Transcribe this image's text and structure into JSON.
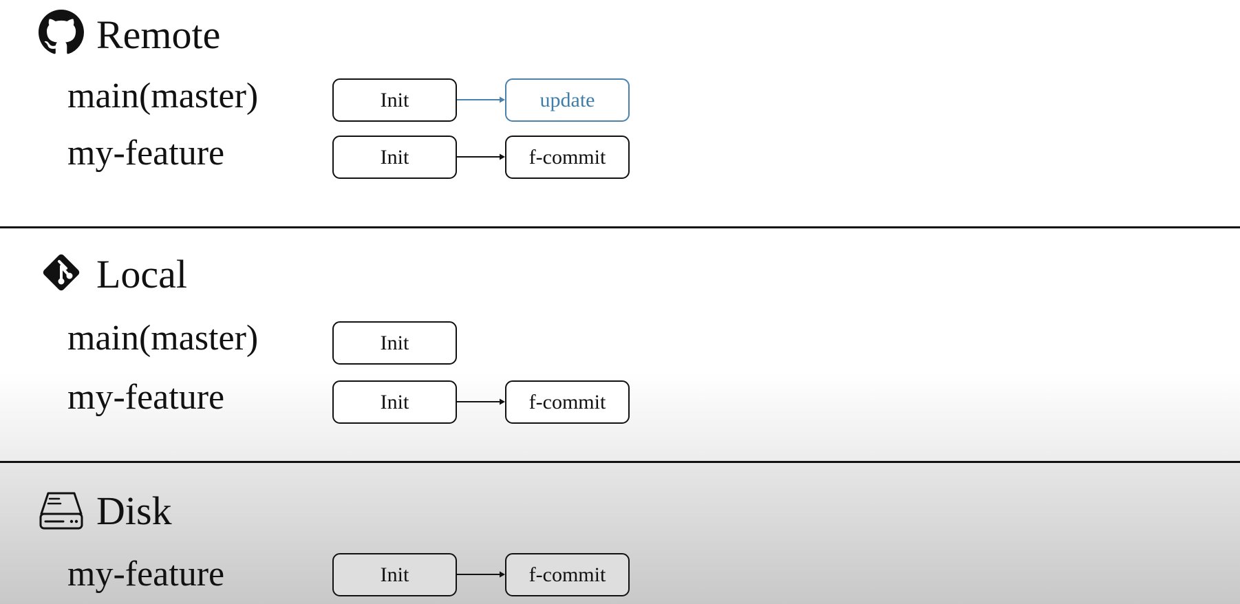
{
  "colors": {
    "highlight": "#3f7eaa",
    "ink": "#111111"
  },
  "remote": {
    "icon": "github-icon",
    "title": "Remote",
    "branches": [
      {
        "name": "main(master)",
        "commits": [
          "Init",
          "update"
        ],
        "highlight": "update"
      },
      {
        "name": "my-feature",
        "commits": [
          "Init",
          "f-commit"
        ]
      }
    ]
  },
  "local": {
    "icon": "git-icon",
    "title": "Local",
    "branches": [
      {
        "name": "main(master)",
        "commits": [
          "Init"
        ]
      },
      {
        "name": "my-feature",
        "commits": [
          "Init",
          "f-commit"
        ]
      }
    ]
  },
  "disk": {
    "icon": "hard-drive-icon",
    "title": "Disk",
    "branches": [
      {
        "name": "my-feature",
        "commits": [
          "Init",
          "f-commit"
        ]
      }
    ]
  }
}
